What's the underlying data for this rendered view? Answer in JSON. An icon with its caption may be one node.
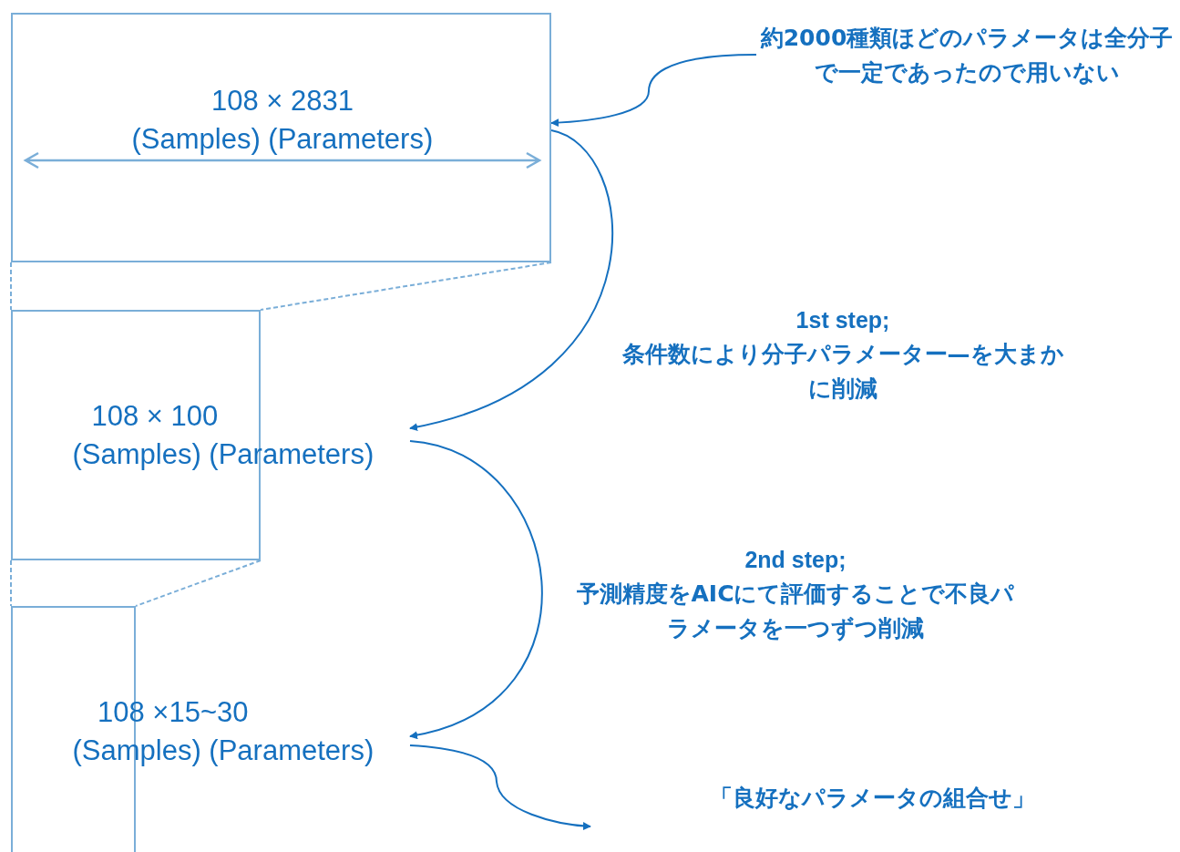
{
  "diagram": {
    "nodes": [
      {
        "text": [
          "108 × 2831",
          "(Samples) (Parameters)"
        ]
      },
      {
        "text": [
          "約2000種類ほどのパラメータは全分子で一定であったので用いない"
        ]
      },
      {
        "text": [],
        "shape": "box"
      },
      {
        "text": [
          "108 × 100",
          "(Samples) (Parameters)"
        ]
      },
      {
        "text": [],
        "shape": "box"
      },
      {
        "text": [
          "108 ×15~30",
          "(Samples) (Parameters)"
        ]
      }
    ],
    "edges": [
      {
        "from": 1,
        "to": 0,
        "arrow": "to"
      },
      {
        "from": 0,
        "to": 3,
        "arrow": "to"
      },
      {
        "from": 3,
        "to": 5,
        "arrow": "to"
      },
      {
        "from": 5,
        "to": null,
        "arrow": "to"
      },
      {
        "from": 0,
        "to": 2,
        "arrow": "none",
        "style": "dashed",
        "color": "#7aaed8"
      },
      {
        "from": 0,
        "to": 2,
        "arrow": "none",
        "style": "dashed",
        "color": "#7aaed8"
      },
      {
        "from": 2,
        "to": 4,
        "arrow": "none",
        "style": "dashed",
        "color": "#7aaed8"
      },
      {
        "from": 2,
        "to": 4,
        "arrow": "none",
        "style": "dashed",
        "color": "#7aaed8"
      }
    ],
    "labels": [
      "1st step;",
      "条件数により分子パラメーター—を大まかに削減",
      "2nd step;",
      "予測精度をAICにて評価することで不良パラメータを一つずつ削減",
      "「良好なパラメータの組合せ」"
    ]
  }
}
